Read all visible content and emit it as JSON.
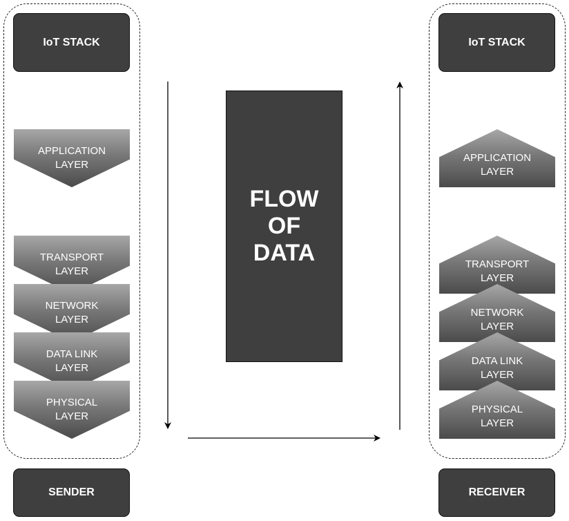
{
  "sender": {
    "header": "IoT STACK",
    "footer": "SENDER",
    "layers": [
      {
        "line1": "APPLICATION",
        "line2": "LAYER"
      },
      {
        "line1": "TRANSPORT",
        "line2": "LAYER"
      },
      {
        "line1": "NETWORK",
        "line2": "LAYER"
      },
      {
        "line1": "DATA LINK",
        "line2": "LAYER"
      },
      {
        "line1": "PHYSICAL",
        "line2": "LAYER"
      }
    ]
  },
  "receiver": {
    "header": "IoT STACK",
    "footer": "RECEIVER",
    "layers": [
      {
        "line1": "APPLICATION",
        "line2": "LAYER"
      },
      {
        "line1": "TRANSPORT",
        "line2": "LAYER"
      },
      {
        "line1": "NETWORK",
        "line2": "LAYER"
      },
      {
        "line1": "DATA LINK",
        "line2": "LAYER"
      },
      {
        "line1": "PHYSICAL",
        "line2": "LAYER"
      }
    ]
  },
  "flow": {
    "line1": "FLOW",
    "line2": "OF",
    "line3": "DATA"
  },
  "colors": {
    "box_fill": "#3f3f3f",
    "layer_gradient_top": "#a7a7a7",
    "layer_gradient_bottom": "#4b4b4b",
    "text": "#ffffff"
  }
}
